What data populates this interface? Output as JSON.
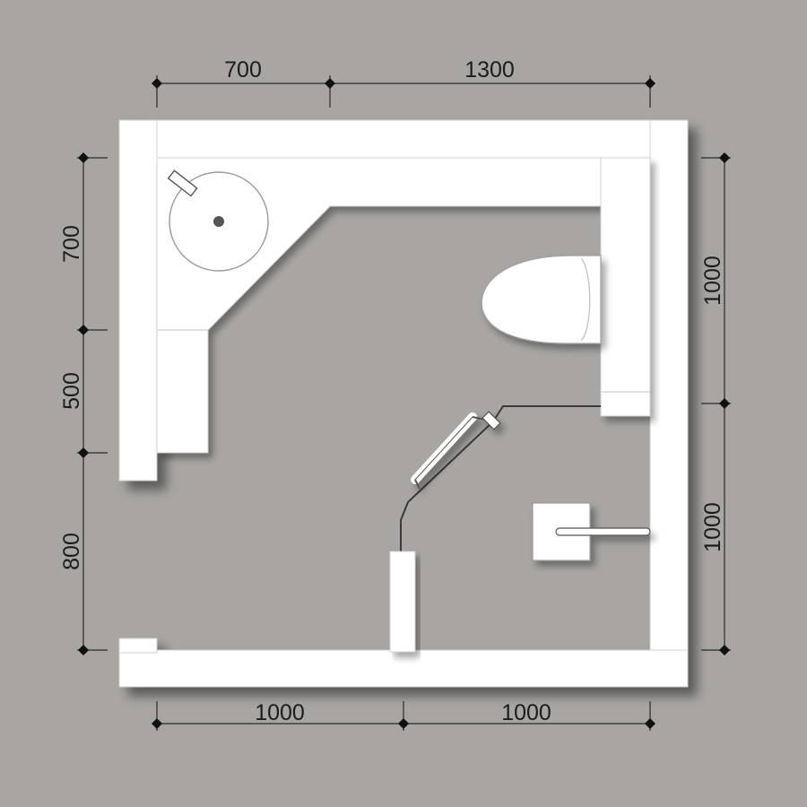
{
  "plan": {
    "dimensions": {
      "top": [
        "700",
        "1300"
      ],
      "bottom": [
        "1000",
        "1000"
      ],
      "left": [
        "700",
        "500",
        "800"
      ],
      "right": [
        "1000",
        "1000"
      ]
    },
    "colors": {
      "background": "#a8a5a2",
      "wall": "#ffffff",
      "dimension_line": "#2a2a2a"
    },
    "fixtures": [
      "sink",
      "toilet",
      "grab-bar",
      "towel-rail",
      "door"
    ]
  }
}
